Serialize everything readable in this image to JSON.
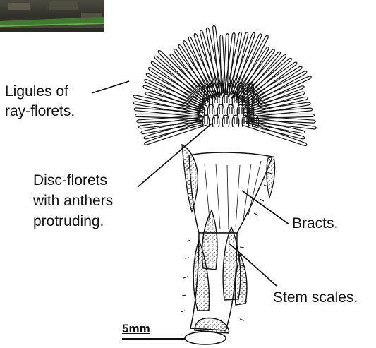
{
  "labels": {
    "ligules": [
      "Ligules of",
      "ray-florets."
    ],
    "disc": [
      "Disc-florets",
      "with anthers",
      "protruding."
    ],
    "bracts": "Bracts.",
    "stem_scales": "Stem scales.",
    "scale_bar": "5mm"
  },
  "colors": {
    "ink": "#111111",
    "photo_dark": "#3a3a34",
    "photo_green": "#3f7a2e"
  }
}
